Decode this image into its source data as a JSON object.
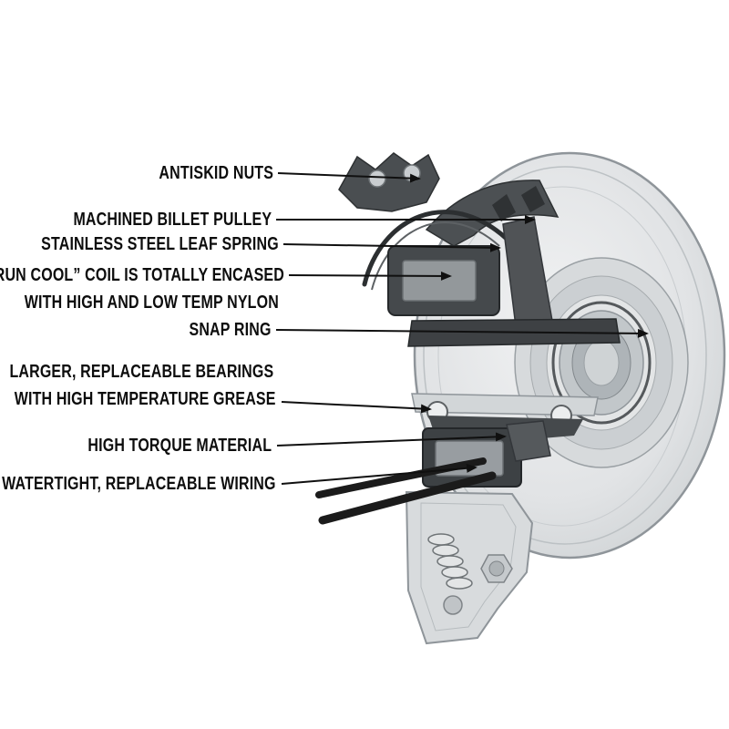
{
  "diagram": {
    "labels": [
      {
        "text": "ANTISKID NUTS"
      },
      {
        "text": "MACHINED BILLET PULLEY"
      },
      {
        "text": "STAINLESS STEEL LEAF SPRING"
      },
      {
        "text": "“RUN COOL” COIL IS TOTALLY ENCASED"
      },
      {
        "text": "WITH HIGH AND LOW TEMP NYLON"
      },
      {
        "text": "SNAP RING"
      },
      {
        "text": "LARGER, REPLACEABLE BEARINGS"
      },
      {
        "text": "WITH HIGH TEMPERATURE GREASE"
      },
      {
        "text": "HIGH TORQUE MATERIAL"
      },
      {
        "text": "WATERTIGHT, REPLACEABLE WIRING"
      }
    ],
    "colors": {
      "label_ink": "#0d0d0d",
      "leader_line": "#101010",
      "background": "#ffffff"
    }
  }
}
